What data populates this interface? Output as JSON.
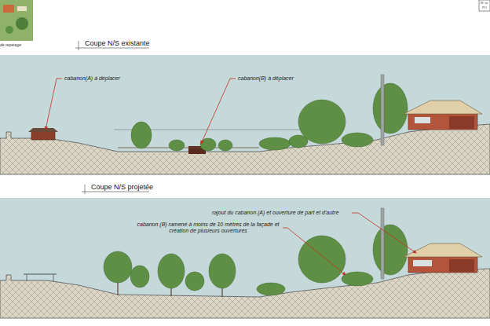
{
  "diagram": {
    "labels": [
      "de repérage",
      "N° ac",
      "PO",
      "Coupe N/S existante",
      "cabanon(A) à déplacer",
      "cabanon(B) à déplacer",
      "Coupe N/S projetée",
      "rajout du cabanon (A) et ouverture de part et d'autre",
      "cabanon (B) ramené à moins de 10 mètres de la façade et création de plusieurs ouvertures"
    ]
  }
}
